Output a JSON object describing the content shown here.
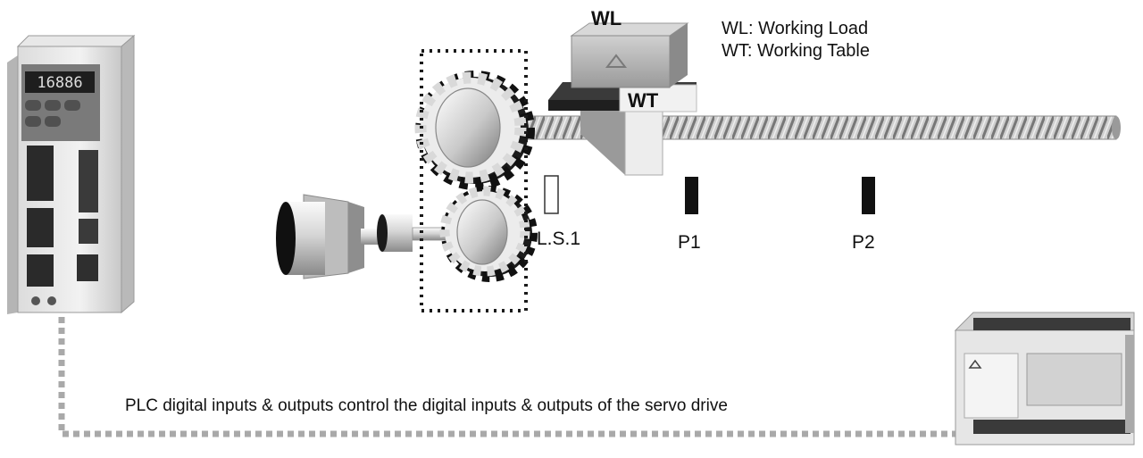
{
  "labels": {
    "wl": "WL",
    "wt": "WT",
    "legend_wl": "WL: Working Load",
    "legend_wt": "WT: Working Table",
    "ls1": "L.S.1",
    "p1": "P1",
    "p2": "P2"
  },
  "servo_drive": {
    "display": "16886"
  },
  "caption": "PLC digital inputs & outputs control the digital inputs & outputs of the servo drive",
  "colors": {
    "link": "#a9a9a9",
    "sensor": "#111111",
    "frame": "#1a1a1a"
  }
}
